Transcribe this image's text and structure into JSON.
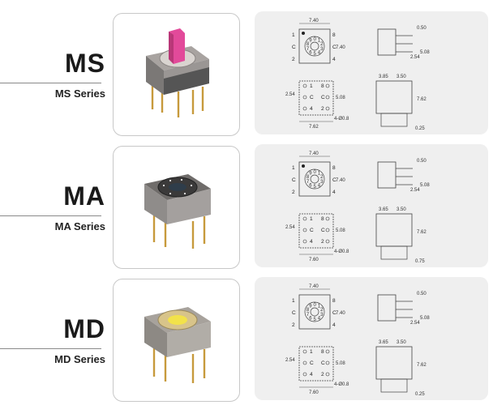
{
  "series": [
    {
      "code": "MS",
      "name": "MS Series",
      "actuator_color": "#e24a9a",
      "top_view": {
        "width": "7.40",
        "height": "7.40",
        "pins_left": [
          "1",
          "C",
          "2"
        ],
        "pins_right": [
          "8",
          "C",
          "4"
        ],
        "dials": [
          "0",
          "1",
          "2",
          "3",
          "4",
          "5",
          "6",
          "7",
          "8",
          "9"
        ]
      },
      "side_view": {
        "top": "0.50",
        "mid": "2.54",
        "pin": "5.08"
      },
      "pcb_view": {
        "pitch": "2.54",
        "rows": [
          [
            "1",
            "8"
          ],
          [
            "C",
            "C"
          ],
          [
            "4",
            "2"
          ]
        ],
        "inner": "5.08",
        "width": "7.62",
        "hole": "4-Ø0.8"
      },
      "end_view": {
        "w1": "3.85",
        "w2": "3.50",
        "height": "7.62",
        "foot": "0.25"
      }
    },
    {
      "code": "MA",
      "name": "MA Series",
      "actuator_color": "#2f3d4a",
      "top_view": {
        "width": "7.40",
        "height": "7.40",
        "pins_left": [
          "1",
          "C",
          "2"
        ],
        "pins_right": [
          "8",
          "C",
          "4"
        ],
        "dials": [
          "0",
          "1",
          "2",
          "3",
          "4",
          "5",
          "6",
          "7",
          "8",
          "9"
        ]
      },
      "side_view": {
        "top": "0.50",
        "mid": "2.54",
        "pin": "5.08"
      },
      "pcb_view": {
        "pitch": "2.54",
        "rows": [
          [
            "1",
            "8"
          ],
          [
            "C",
            "C"
          ],
          [
            "4",
            "2"
          ]
        ],
        "inner": "5.08",
        "width": "7.60",
        "hole": "4-Ø0.8"
      },
      "end_view": {
        "w1": "3.65",
        "w2": "3.50",
        "height": "7.62",
        "foot": "0.75"
      }
    },
    {
      "code": "MD",
      "name": "MD Series",
      "actuator_color": "#f2e24a",
      "top_view": {
        "width": "7.40",
        "height": "7.40",
        "pins_left": [
          "1",
          "C",
          "2"
        ],
        "pins_right": [
          "8",
          "C",
          "4"
        ],
        "dials": [
          "0",
          "1",
          "2",
          "3",
          "4",
          "5",
          "6",
          "7",
          "8",
          "9"
        ]
      },
      "side_view": {
        "top": "0.50",
        "mid": "2.54",
        "pin": "5.08"
      },
      "pcb_view": {
        "pitch": "2.54",
        "rows": [
          [
            "1",
            "8"
          ],
          [
            "C",
            "C"
          ],
          [
            "4",
            "2"
          ]
        ],
        "inner": "5.08",
        "width": "7.60",
        "hole": "4-Ø0.8"
      },
      "end_view": {
        "w1": "3.65",
        "w2": "3.50",
        "height": "7.62",
        "foot": "0.25"
      }
    }
  ]
}
